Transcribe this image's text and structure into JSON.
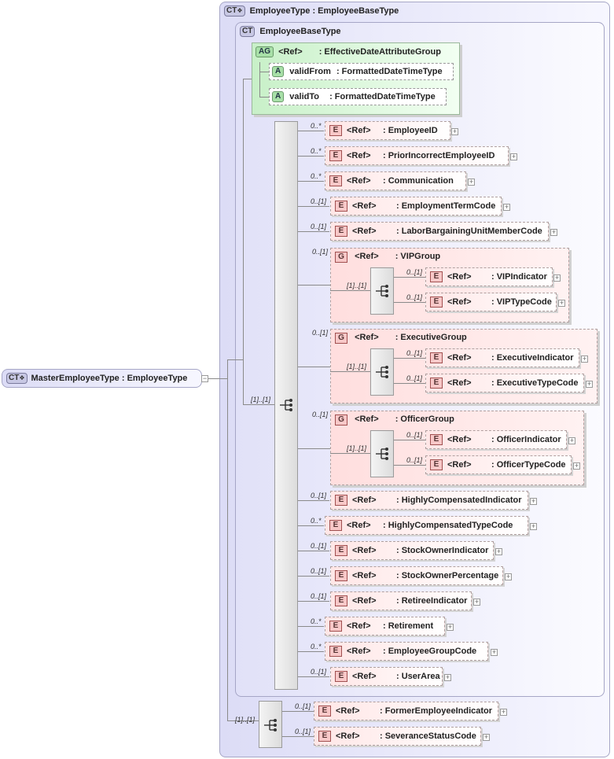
{
  "master": {
    "badge": "CT",
    "label": "MasterEmployeeType : EmployeeType"
  },
  "outer": {
    "badge": "CT",
    "label": "EmployeeType : EmployeeBaseType"
  },
  "inner": {
    "badge": "CT",
    "label": "EmployeeBaseType"
  },
  "attr_group": {
    "badge": "AG",
    "ref": "<Ref>",
    "name": ": EffectiveDateAttributeGroup",
    "attrs": [
      {
        "badge": "A",
        "label": "validFrom",
        "type": ": FormattedDateTimeType"
      },
      {
        "badge": "A",
        "label": "validTo",
        "type": ": FormattedDateTimeType"
      }
    ]
  },
  "ref_label": "<Ref>",
  "e_badge": "E",
  "g_badge": "G",
  "main_seq_card": "[1]..[1]",
  "tail_seq_card": "[1]..[1]",
  "elements": [
    {
      "card": "0..*",
      "name": ": EmployeeID"
    },
    {
      "card": "0..*",
      "name": ": PriorIncorrectEmployeeID"
    },
    {
      "card": "0..*",
      "name": ": Communication"
    },
    {
      "card": "0..[1]",
      "name": ": EmploymentTermCode"
    },
    {
      "card": "0..[1]",
      "name": ": LaborBargainingUnitMemberCode"
    }
  ],
  "groups": [
    {
      "card": "0..[1]",
      "name": ": VIPGroup",
      "seq_card": "[1]..[1]",
      "children": [
        {
          "card": "0..[1]",
          "name": ": VIPIndicator"
        },
        {
          "card": "0..[1]",
          "name": ": VIPTypeCode"
        }
      ]
    },
    {
      "card": "0..[1]",
      "name": ": ExecutiveGroup",
      "seq_card": "[1]..[1]",
      "children": [
        {
          "card": "0..[1]",
          "name": ": ExecutiveIndicator"
        },
        {
          "card": "0..[1]",
          "name": ": ExecutiveTypeCode"
        }
      ]
    },
    {
      "card": "0..[1]",
      "name": ": OfficerGroup",
      "seq_card": "[1]..[1]",
      "children": [
        {
          "card": "0..[1]",
          "name": ": OfficerIndicator"
        },
        {
          "card": "0..[1]",
          "name": ": OfficerTypeCode"
        }
      ]
    }
  ],
  "elements2": [
    {
      "card": "0..[1]",
      "name": ": HighlyCompensatedIndicator"
    },
    {
      "card": "0..*",
      "name": ": HighlyCompensatedTypeCode"
    },
    {
      "card": "0..[1]",
      "name": ": StockOwnerIndicator"
    },
    {
      "card": "0..[1]",
      "name": ": StockOwnerPercentage"
    },
    {
      "card": "0..[1]",
      "name": ": RetireeIndicator"
    },
    {
      "card": "0..*",
      "name": ": Retirement"
    },
    {
      "card": "0..*",
      "name": ": EmployeeGroupCode"
    },
    {
      "card": "0..[1]",
      "name": ": UserArea"
    }
  ],
  "tail": [
    {
      "card": "0..[1]",
      "name": ": FormerEmployeeIndicator"
    },
    {
      "card": "0..[1]",
      "name": ": SeveranceStatusCode"
    }
  ]
}
